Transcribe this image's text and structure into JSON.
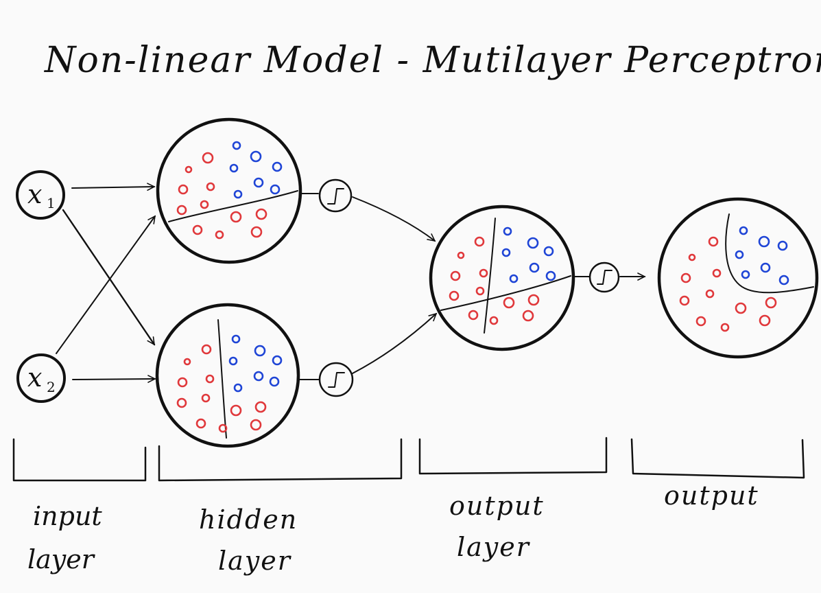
{
  "title": "Non-linear Model - Mutilayer Perceptron",
  "inputs": {
    "x1_label": "x",
    "x1_sub": "1",
    "x2_label": "x",
    "x2_sub": "2"
  },
  "sections": {
    "input_line1": "input",
    "input_line2": "layer",
    "hidden_line1": "hidden",
    "hidden_line2": "layer",
    "output_layer_line1": "output",
    "output_layer_line2": "layer",
    "output": "output"
  },
  "colors": {
    "class_a": "#e0383b",
    "class_b": "#1f45d6",
    "ink": "#111111"
  },
  "icons": {
    "activation": "sigmoid-step-icon"
  }
}
